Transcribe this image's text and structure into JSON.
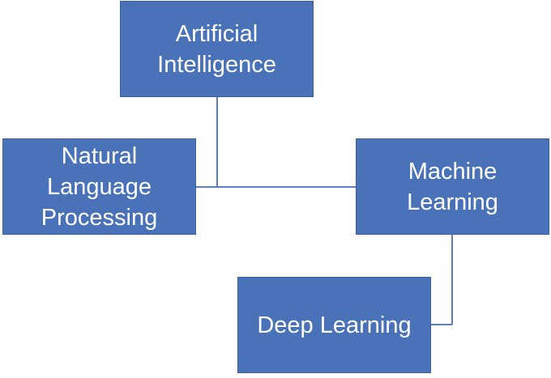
{
  "colors": {
    "box_fill": "#4a72b8",
    "box_border": "#3a5e9e",
    "box_text": "#ffffff",
    "connector_line": "#5b7fc0",
    "background": "#ffffff"
  },
  "nodes": {
    "ai": {
      "label": "Artificial\nIntelligence"
    },
    "nlp": {
      "label": "Natural\nLanguage\nProcessing"
    },
    "ml": {
      "label": "Machine\nLearning"
    },
    "dl": {
      "label": "Deep Learning"
    }
  },
  "edges": [
    {
      "from": "ai",
      "to": "nlp"
    },
    {
      "from": "ai",
      "to": "ml"
    },
    {
      "from": "ml",
      "to": "dl"
    }
  ]
}
